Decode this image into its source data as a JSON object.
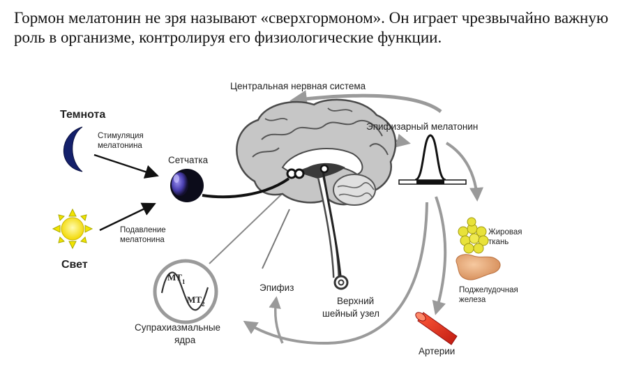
{
  "intro_text": "Гормон мелатонин не зря называют «сверхгормоном». Он играет чрезвычайно важную роль в организме, контролируя его физиологические функции.",
  "labels": {
    "darkness": "Темнота",
    "stimulation_line1": "Стимуляция",
    "stimulation_line2": "мелатонина",
    "retina": "Сетчатка",
    "suppression_line1": "Подавление",
    "suppression_line2": "мелатонина",
    "light": "Свет",
    "cns": "Центральная нервная система",
    "pineal_melatonin": "Эпифизарный мелатонин",
    "adipose_line1": "Жировая",
    "adipose_line2": "ткань",
    "pancreas_line1": "Поджелудочная",
    "pancreas_line2": "железа",
    "arteries": "Артерии",
    "pineal": "Эпифиз",
    "ganglion_line1": "Верхний",
    "ganglion_line2": "шейный узел",
    "scn_line1": "Супрахиазмальные",
    "scn_line2": "ядра",
    "mt1": "MT",
    "mt1_sub": "1",
    "mt2": "MT",
    "mt2_sub": "2"
  },
  "colors": {
    "moon": "#14206b",
    "sun_fill": "#f7e600",
    "eye_iris": "#6a5fd0",
    "arrow_gray": "#9a9a9a",
    "brain_gray": "#c8c8c8",
    "fat_yellow": "#e8e23a",
    "pancreas": "#e0a070",
    "artery_red": "#e03020"
  },
  "icons": {
    "moon": "crescent-moon-icon",
    "sun": "sun-icon",
    "eye": "eye-icon",
    "brain": "brain-icon",
    "peak": "melatonin-peak-icon",
    "fat": "adipose-cells-icon",
    "pancreas": "pancreas-icon",
    "artery": "artery-icon",
    "receptors": "receptor-sine-icon"
  }
}
